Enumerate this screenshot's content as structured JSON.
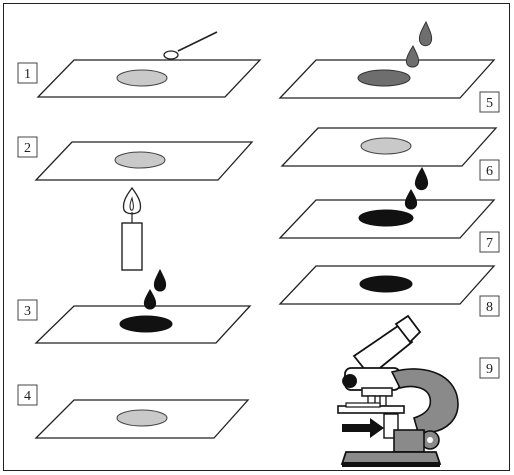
{
  "figure": {
    "steps": [
      {
        "label": "1",
        "object": "slide-with-loop-smear"
      },
      {
        "label": "2",
        "object": "slide-with-smear"
      },
      {
        "label": "3",
        "object": "slide-with-dark-stain-drop"
      },
      {
        "label": "4",
        "object": "slide-with-smear"
      },
      {
        "label": "5",
        "object": "slide-with-dark-stain-drops"
      },
      {
        "label": "6",
        "object": "slide-with-smear"
      },
      {
        "label": "7",
        "object": "slide-with-dark-stain-drop"
      },
      {
        "label": "8",
        "object": "slide-with-dark-spot"
      },
      {
        "label": "9",
        "object": "microscope"
      }
    ],
    "extra_objects": [
      "candle-flame"
    ],
    "colors": {
      "outline": "#222222",
      "smear_light": "#c9c9c9",
      "smear_mid": "#707070",
      "stain_dark": "#111111",
      "slide": "#ffffff"
    }
  }
}
